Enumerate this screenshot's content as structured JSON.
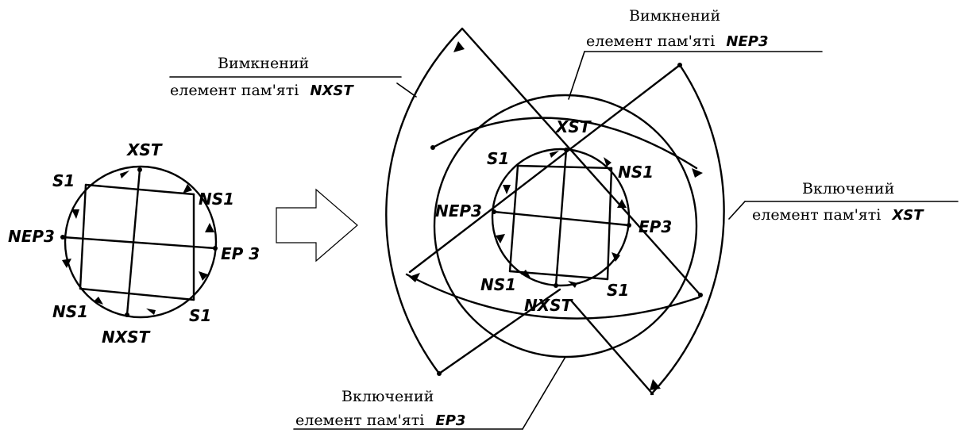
{
  "left_diagram": {
    "nodes": {
      "xst": "XST",
      "s1_top": "S1",
      "ns1_top": "NS1",
      "nep3": "NEP3",
      "ep3": "EP 3",
      "ns1_bottom": "NS1",
      "s1_bottom": "S1",
      "nxst": "NXST"
    }
  },
  "right_diagram": {
    "nodes": {
      "xst": "XST",
      "s1_top": "S1",
      "ns1_top": "NS1",
      "nep3": "NEP3",
      "ep3": "EP3",
      "ns1_bottom": "NS1",
      "s1_bottom": "S1",
      "nxst": "NXST"
    },
    "callouts": {
      "nep3_off": {
        "line1": "Вимкнений",
        "line2": "елемент пам'яті",
        "code": "NEP3"
      },
      "nxst_off": {
        "line1": "Вимкнений",
        "line2": "елемент пам'яті",
        "code": "NXST"
      },
      "xst_on": {
        "line1": "Включений",
        "line2": "елемент пам'яті",
        "code": "XST"
      },
      "ep3_on": {
        "line1": "Включений",
        "line2": "елемент пам'яті",
        "code": "EP3"
      }
    }
  }
}
